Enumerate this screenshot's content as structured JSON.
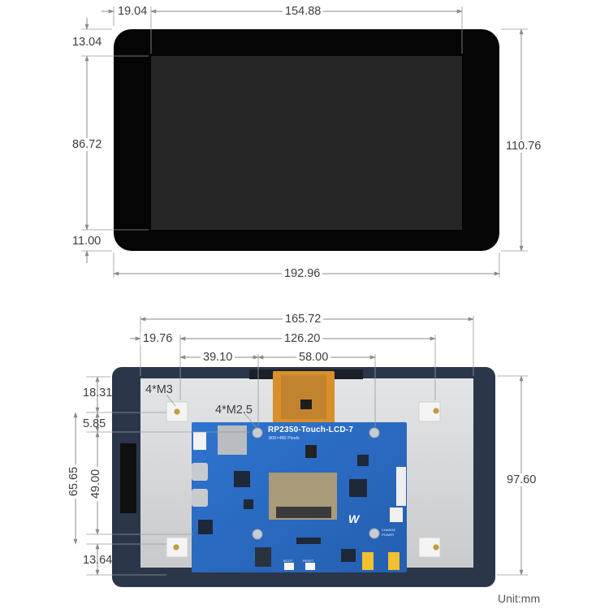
{
  "front_view": {
    "dims": {
      "left_bezel": "19.04",
      "screen_width": "154.88",
      "top_bezel": "13.04",
      "screen_height": "86.72",
      "bottom_bezel": "11.00",
      "total_height": "110.76",
      "total_width": "192.96"
    }
  },
  "back_view": {
    "board_name": "RP2350-Touch-LCD-7",
    "board_resolution": "800×480 Pixels",
    "brand_mark": "W",
    "silk_labels": [
      "BOOT",
      "RESET",
      "CHARGE",
      "POWER"
    ],
    "callouts": {
      "mount_m3": "4*M3",
      "mount_m25": "4*M2.5"
    },
    "dims": {
      "hole_span_outer": "165.72",
      "hole_left_offset": "19.76",
      "hole_span_inner": "126.20",
      "board_hole_offset": "39.10",
      "board_hole_span": "58.00",
      "top_hole_offset": "18.31",
      "board_top_offset": "5.85",
      "hole_vertical_span": "65.65",
      "board_hole_vertical": "49.00",
      "bottom_hole_offset": "13.64",
      "total_height": "97.60"
    }
  },
  "unit": "Unit:mm",
  "colors": {
    "bezel": "#050505",
    "screen": "#262626",
    "back_frame": "#2b364a",
    "back_plate": "#d9dadb",
    "pcb": "#2b6cc4"
  }
}
